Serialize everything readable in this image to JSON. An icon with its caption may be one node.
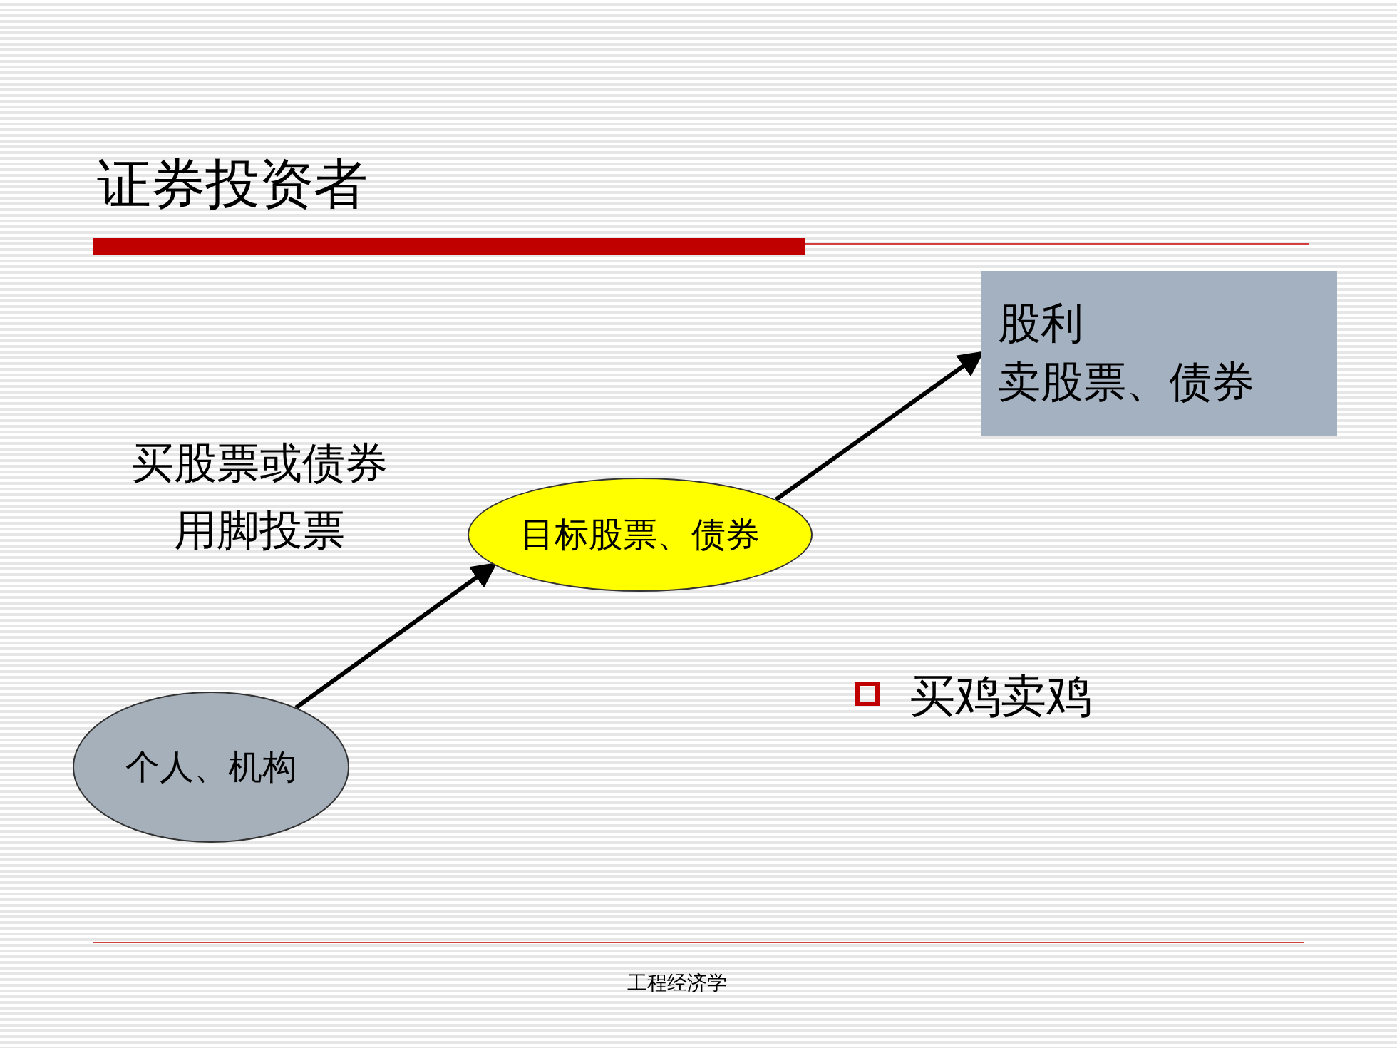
{
  "diagram": {
    "title": "证券投资者",
    "nodes": [
      {
        "text": [
          "个人、机构"
        ]
      },
      {
        "text": [
          "目标股票、债券"
        ]
      },
      {
        "text": [
          "股利",
          "卖股票、债券"
        ]
      }
    ],
    "edges": [
      {
        "from": 0,
        "to": 1,
        "arrow": "to"
      },
      {
        "from": 1,
        "to": 2,
        "arrow": "to"
      }
    ],
    "labels": [
      "买股票或债券",
      "用脚投票",
      "买鸡卖鸡",
      "工程经济学"
    ]
  }
}
